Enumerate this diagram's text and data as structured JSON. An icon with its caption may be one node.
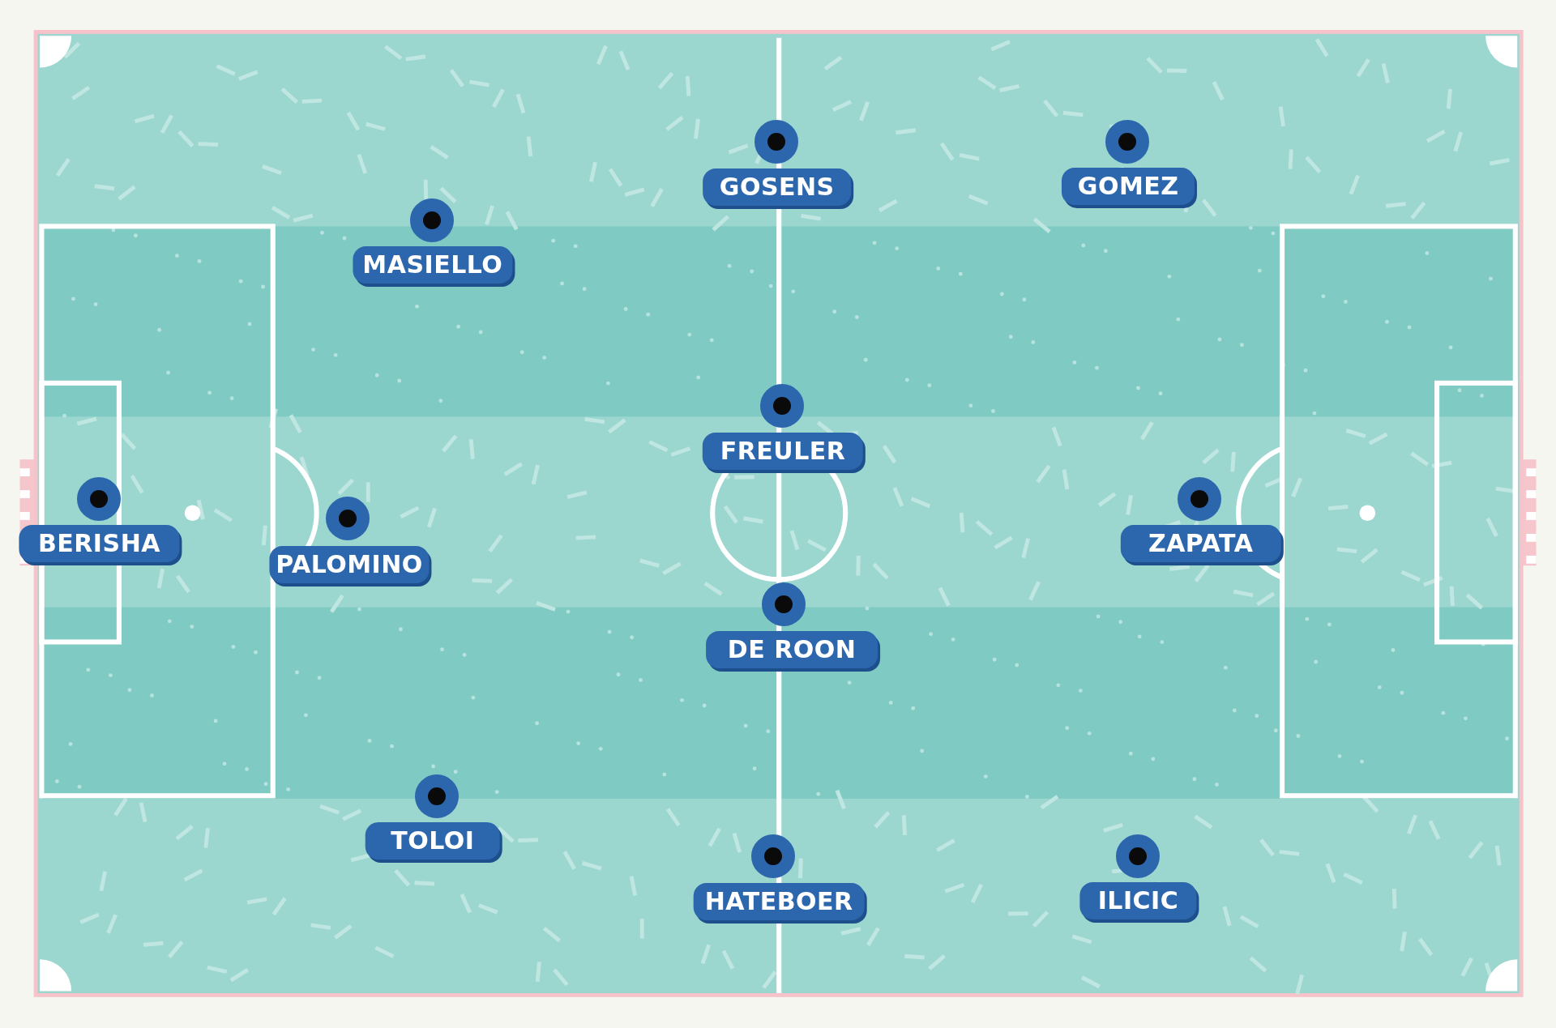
{
  "diagram": {
    "nodes": [
      {
        "text": [
          "GOSENS"
        ]
      },
      {
        "text": [
          "GOMEZ"
        ]
      },
      {
        "text": [
          "MASIELLO"
        ]
      },
      {
        "text": [
          "FREULER"
        ]
      },
      {
        "text": [
          "BERISHA"
        ]
      },
      {
        "text": [
          "ZAPATA"
        ]
      },
      {
        "text": [
          "PALOMINO"
        ]
      },
      {
        "text": [
          "DE ROON"
        ]
      },
      {
        "text": [
          "TOLOI"
        ]
      },
      {
        "text": [
          "HATEBOER"
        ]
      },
      {
        "text": [
          "ILICIC"
        ]
      }
    ]
  }
}
